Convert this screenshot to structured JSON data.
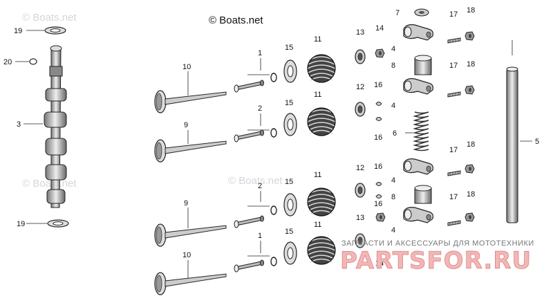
{
  "copyright": "© Boats.net",
  "watermark": "© Boats.net",
  "promo": {
    "tagline": "ЗАПЧАСТИ И АКСЕССУАРЫ ДЛЯ МОТОТЕХНИКИ",
    "brand": "PARTSFOR.RU"
  },
  "callouts": {
    "n1": "1",
    "n2": "2",
    "n3": "3",
    "n4": "4",
    "n5": "5",
    "n6": "6",
    "n7": "7",
    "n8": "8",
    "n9": "9",
    "n10": "10",
    "n11": "11",
    "n12": "12",
    "n13": "13",
    "n14": "14",
    "n15": "15",
    "n16": "16",
    "n17": "17",
    "n18": "18",
    "n19": "19",
    "n20": "20"
  }
}
